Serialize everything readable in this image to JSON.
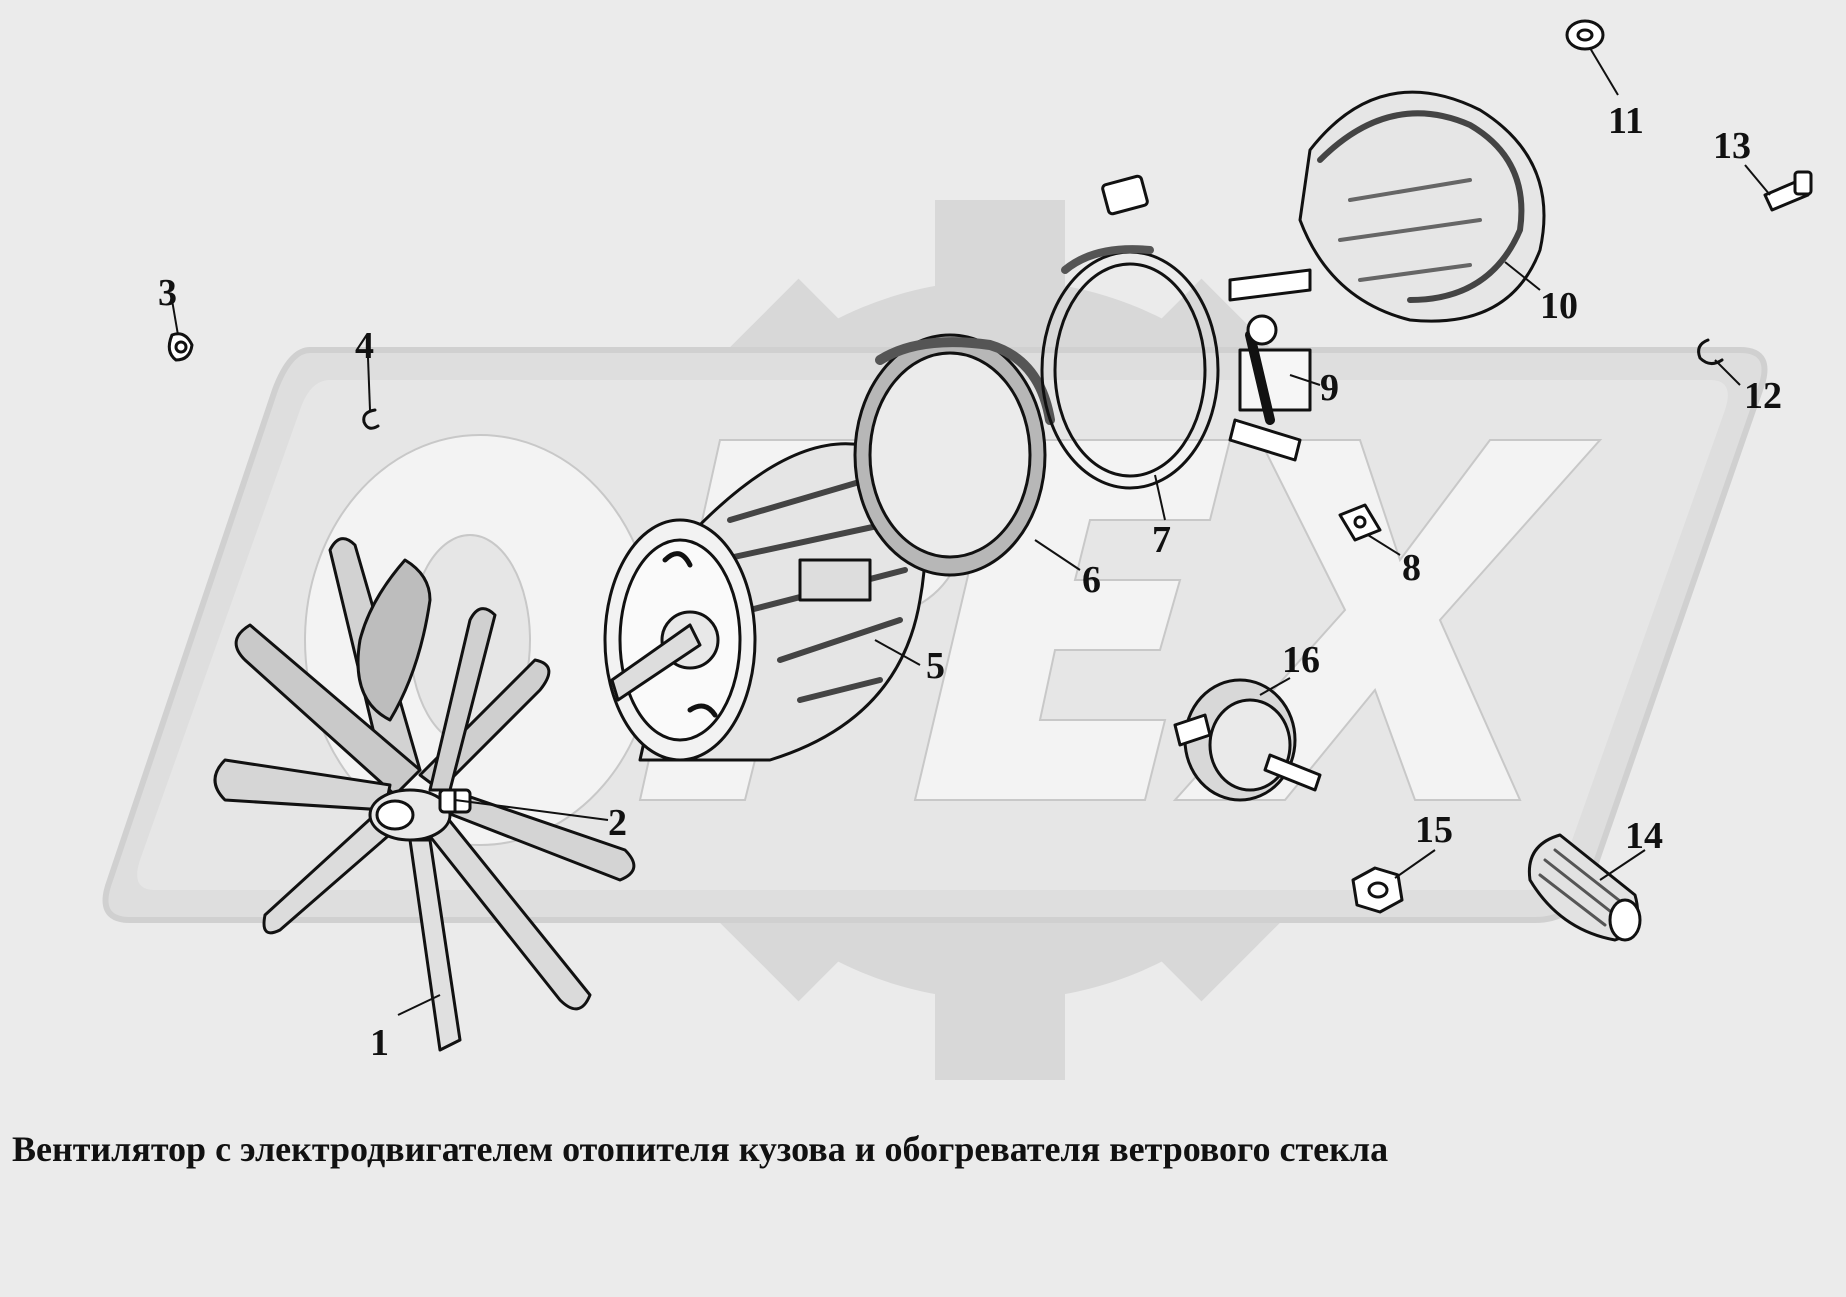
{
  "watermark": {
    "text": "OPEX"
  },
  "caption": "Вентилятор с электродвигателем  отопителя кузова и  обогревателя ветрового стекла",
  "parts": [
    {
      "number": "1",
      "part": "fan-impeller"
    },
    {
      "number": "2",
      "part": "fan-hub-nut"
    },
    {
      "number": "3",
      "part": "nut"
    },
    {
      "number": "4",
      "part": "clip"
    },
    {
      "number": "5",
      "part": "electric-motor"
    },
    {
      "number": "6",
      "part": "rubber-ring"
    },
    {
      "number": "7",
      "part": "clamp-band"
    },
    {
      "number": "8",
      "part": "square-nut"
    },
    {
      "number": "9",
      "part": "clamp-bolt"
    },
    {
      "number": "10",
      "part": "housing-cover"
    },
    {
      "number": "11",
      "part": "washer"
    },
    {
      "number": "12",
      "part": "spring-clip"
    },
    {
      "number": "13",
      "part": "screw"
    },
    {
      "number": "14",
      "part": "knob"
    },
    {
      "number": "15",
      "part": "hex-nut"
    },
    {
      "number": "16",
      "part": "switch"
    }
  ]
}
